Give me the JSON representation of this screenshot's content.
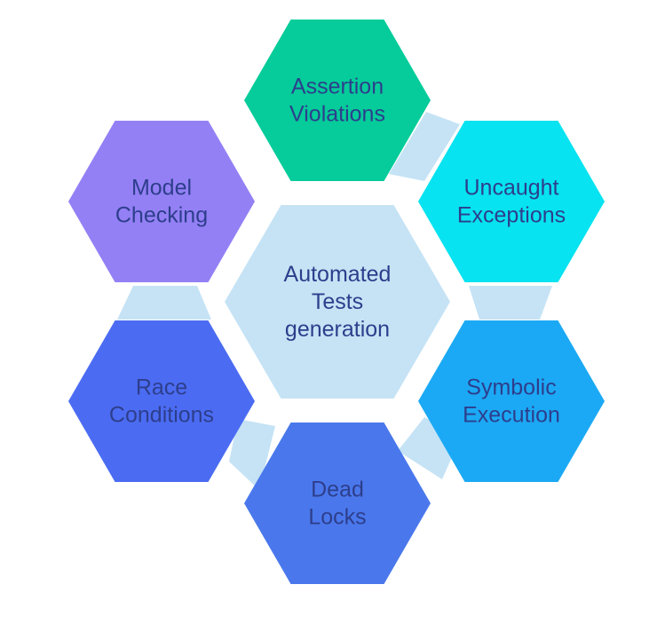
{
  "center": {
    "lines": [
      "Automated",
      "Tests",
      "generation"
    ],
    "fill": "#c5e3f5",
    "text_color": "#2d3e8c"
  },
  "connector_color": "#c5e3f5",
  "text_color": "#2d3e8c",
  "nodes": [
    {
      "id": "assertion-violations",
      "lines": [
        "Assertion",
        "Violations"
      ],
      "fill": "#05cc9a"
    },
    {
      "id": "uncaught-exceptions",
      "lines": [
        "Uncaught",
        "Exceptions"
      ],
      "fill": "#07e3f0"
    },
    {
      "id": "symbolic-execution",
      "lines": [
        "Symbolic",
        "Execution"
      ],
      "fill": "#1ba9f5"
    },
    {
      "id": "dead-locks",
      "lines": [
        "Dead",
        "Locks"
      ],
      "fill": "#4a78ec"
    },
    {
      "id": "race-conditions",
      "lines": [
        "Race",
        "Conditions"
      ],
      "fill": "#4b6cf2"
    },
    {
      "id": "model-checking",
      "lines": [
        "Model",
        "Checking"
      ],
      "fill": "#9480f5"
    }
  ]
}
